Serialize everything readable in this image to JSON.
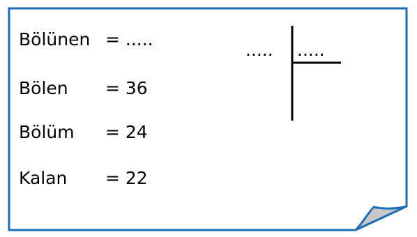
{
  "rows": [
    {
      "label": "Bölünen",
      "value": "= ....."
    },
    {
      "label": "Bölen",
      "value": "= 36"
    },
    {
      "label": "Bölüm",
      "value": "= 24"
    },
    {
      "label": "Kalan",
      "value": "= 22"
    }
  ],
  "division": {
    "dividend": ".....",
    "divisor": "....."
  },
  "colors": {
    "border": "#1f6eb4",
    "fold": "#c8c8c8",
    "text": "#000000"
  }
}
